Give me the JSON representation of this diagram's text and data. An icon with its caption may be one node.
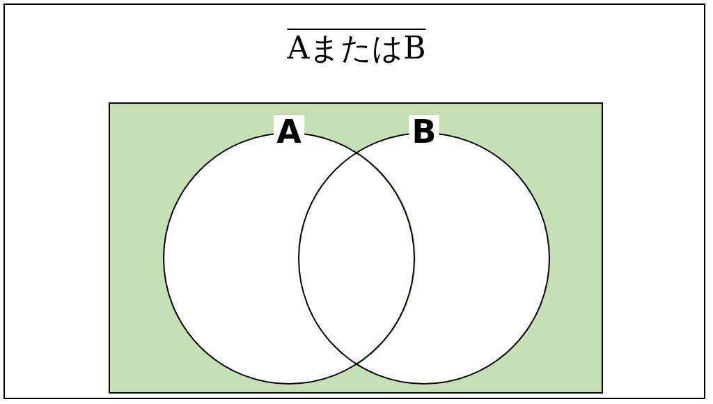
{
  "diagram": {
    "title": "AまたはB",
    "nodes": [
      {
        "text": [],
        "shape": "box"
      },
      {
        "text": [
          "A"
        ],
        "in": 0
      },
      {
        "text": [
          "B"
        ],
        "in": 0
      }
    ]
  }
}
